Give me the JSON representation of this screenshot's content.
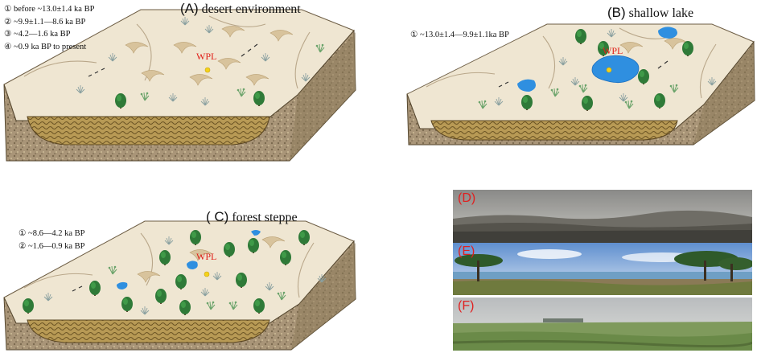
{
  "panels": {
    "a": {
      "letter": "(A)",
      "title": "desert environment",
      "legend": [
        "① before ~13.0±1.4 ka BP",
        "② ~9.9±1.1—8.6 ka BP",
        "③ ~4.2—1.6 ka BP",
        "④ ~0.9 ka BP to present"
      ],
      "site_label": "WPL"
    },
    "b": {
      "letter": "(B)",
      "title": "shallow lake",
      "legend": [
        "① ~13.0±1.4—9.9±1.1ka BP"
      ],
      "site_label": "WPL"
    },
    "c": {
      "letter": "( C)",
      "title": "forest steppe",
      "legend": [
        "① ~8.6—4.2 ka BP",
        "② ~1.6—0.9 ka BP"
      ],
      "site_label": "WPL"
    }
  },
  "photos": [
    {
      "label": "(D)"
    },
    {
      "label": "(E)"
    },
    {
      "label": "(F)"
    }
  ],
  "colors": {
    "sand": "#efe6d2",
    "soil": "#a08d6c",
    "lake": "#2f8fe0",
    "tree": "#2f7a38",
    "label": "#e0201a",
    "site_dot": "#f4d21a"
  }
}
